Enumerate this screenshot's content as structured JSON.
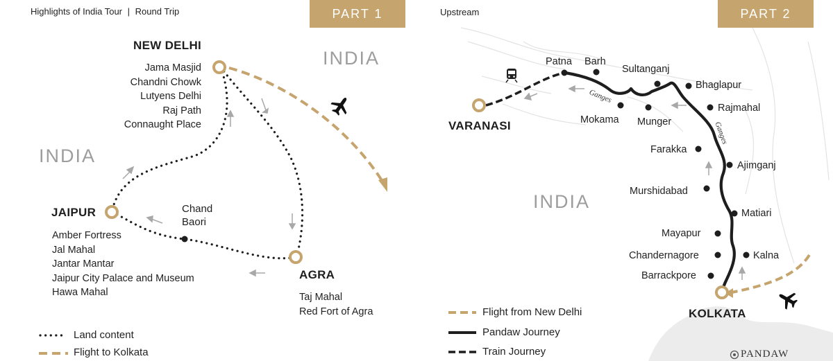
{
  "part1": {
    "header": {
      "tour": "Highlights of India Tour",
      "separator": "|",
      "trip": "Round Trip"
    },
    "part_label": "PART 1",
    "country_labels": [
      "INDIA",
      "INDIA"
    ],
    "cities": {
      "new_delhi": {
        "name": "NEW DELHI",
        "places": [
          "Jama Masjid",
          "Chandni Chowk",
          "Lutyens Delhi",
          "Raj Path",
          "Connaught Place"
        ]
      },
      "jaipur": {
        "name": "JAIPUR",
        "places": [
          "Amber Fortress",
          "Jal Mahal",
          "Jantar Mantar",
          "Jaipur City Palace and Museum",
          "Hawa Mahal"
        ]
      },
      "agra": {
        "name": "AGRA",
        "places": [
          "Taj Mahal",
          "Red Fort of Agra"
        ]
      },
      "chand_baori": {
        "name_lines": [
          "Chand",
          "Baori"
        ]
      }
    },
    "legend": {
      "land": "Land content",
      "flight": "Flight to Kolkata"
    }
  },
  "part2": {
    "header": "Upstream",
    "part_label": "PART 2",
    "country_label": "INDIA",
    "cities": {
      "varanasi": "VARANASI",
      "kolkata": "KOLKATA"
    },
    "stops": [
      "Patna",
      "Barh",
      "Sultanganj",
      "Bhaglapur",
      "Mokama",
      "Munger",
      "Rajmahal",
      "Farakka",
      "Ajimganj",
      "Murshidabad",
      "Matiari",
      "Mayapur",
      "Kalna",
      "Chandernagore",
      "Barrackpore"
    ],
    "river_labels": [
      "Ganges",
      "Ganges"
    ],
    "legend": {
      "flight": "Flight from New Delhi",
      "pandaw": "Pandaw Journey",
      "train": "Train Journey"
    },
    "logo": "PANDAW"
  },
  "colors": {
    "gold": "#c6a46e",
    "route": "#1e1e1e",
    "arrow": "#a8a8a8",
    "country": "#9d9d9d"
  },
  "icons": [
    "airplane-icon",
    "train-icon",
    "pandaw-logo-icon"
  ]
}
